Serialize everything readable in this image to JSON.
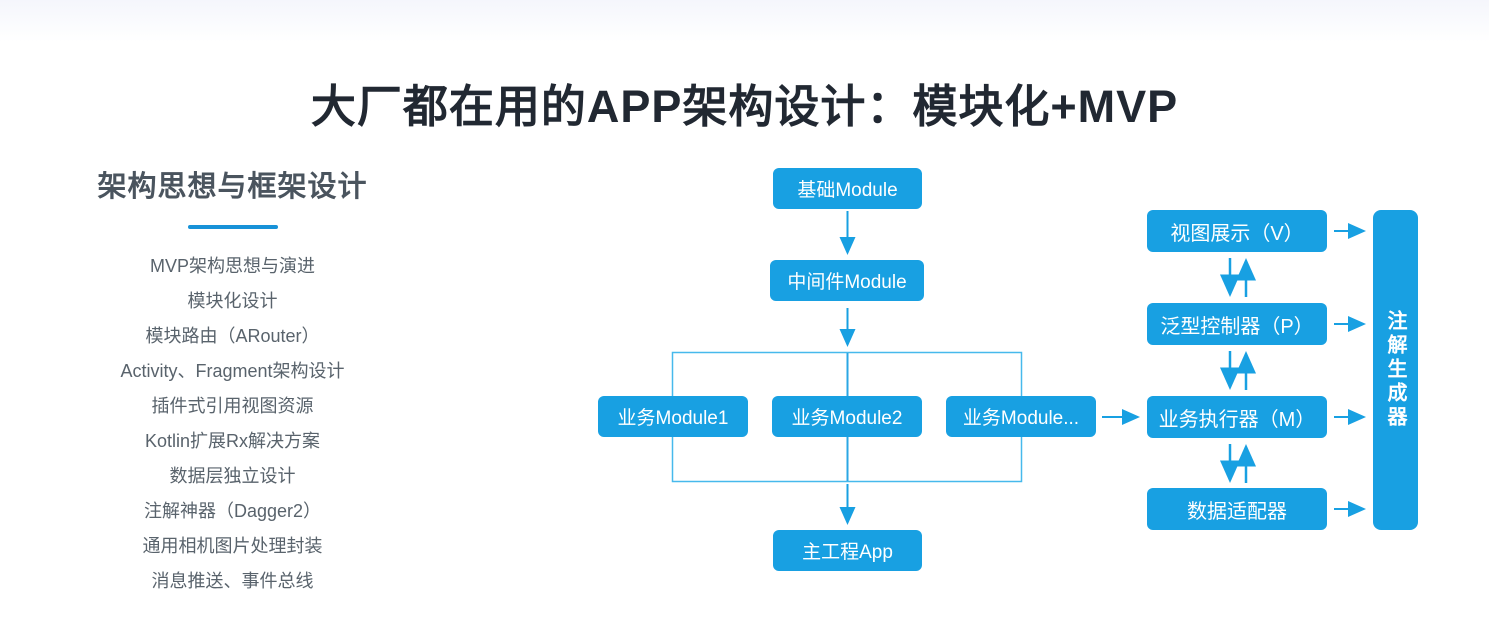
{
  "title": "大厂都在用的APP架构设计：模块化+MVP",
  "sidebar": {
    "heading": "架构思想与框架设计",
    "items": [
      "MVP架构思想与演进",
      "模块化设计",
      "模块路由（ARouter）",
      "Activity、Fragment架构设计",
      "插件式引用视图资源",
      "Kotlin扩展Rx解决方案",
      "数据层独立设计",
      "注解神器（Dagger2）",
      "通用相机图片处理封装",
      "消息推送、事件总线"
    ]
  },
  "diagram": {
    "module_flow": {
      "base": "基础Module",
      "middleware": "中间件Module",
      "business_modules": [
        "业务Module1",
        "业务Module2",
        "业务Module..."
      ],
      "main_app": "主工程App"
    },
    "mvp_flow": {
      "view": "视图展示（V）",
      "presenter": "泛型控制器（P）",
      "model": "业务执行器（M）",
      "adapter": "数据适配器",
      "generator": "注解生成器"
    }
  },
  "colors": {
    "accent_blue": "#18a0e2",
    "outline_blue": "#47b9ec",
    "underline_blue": "#1792d8",
    "title_text": "#212832",
    "sidebar_heading_text": "#4a545e",
    "sidebar_item_text": "#59636c"
  }
}
